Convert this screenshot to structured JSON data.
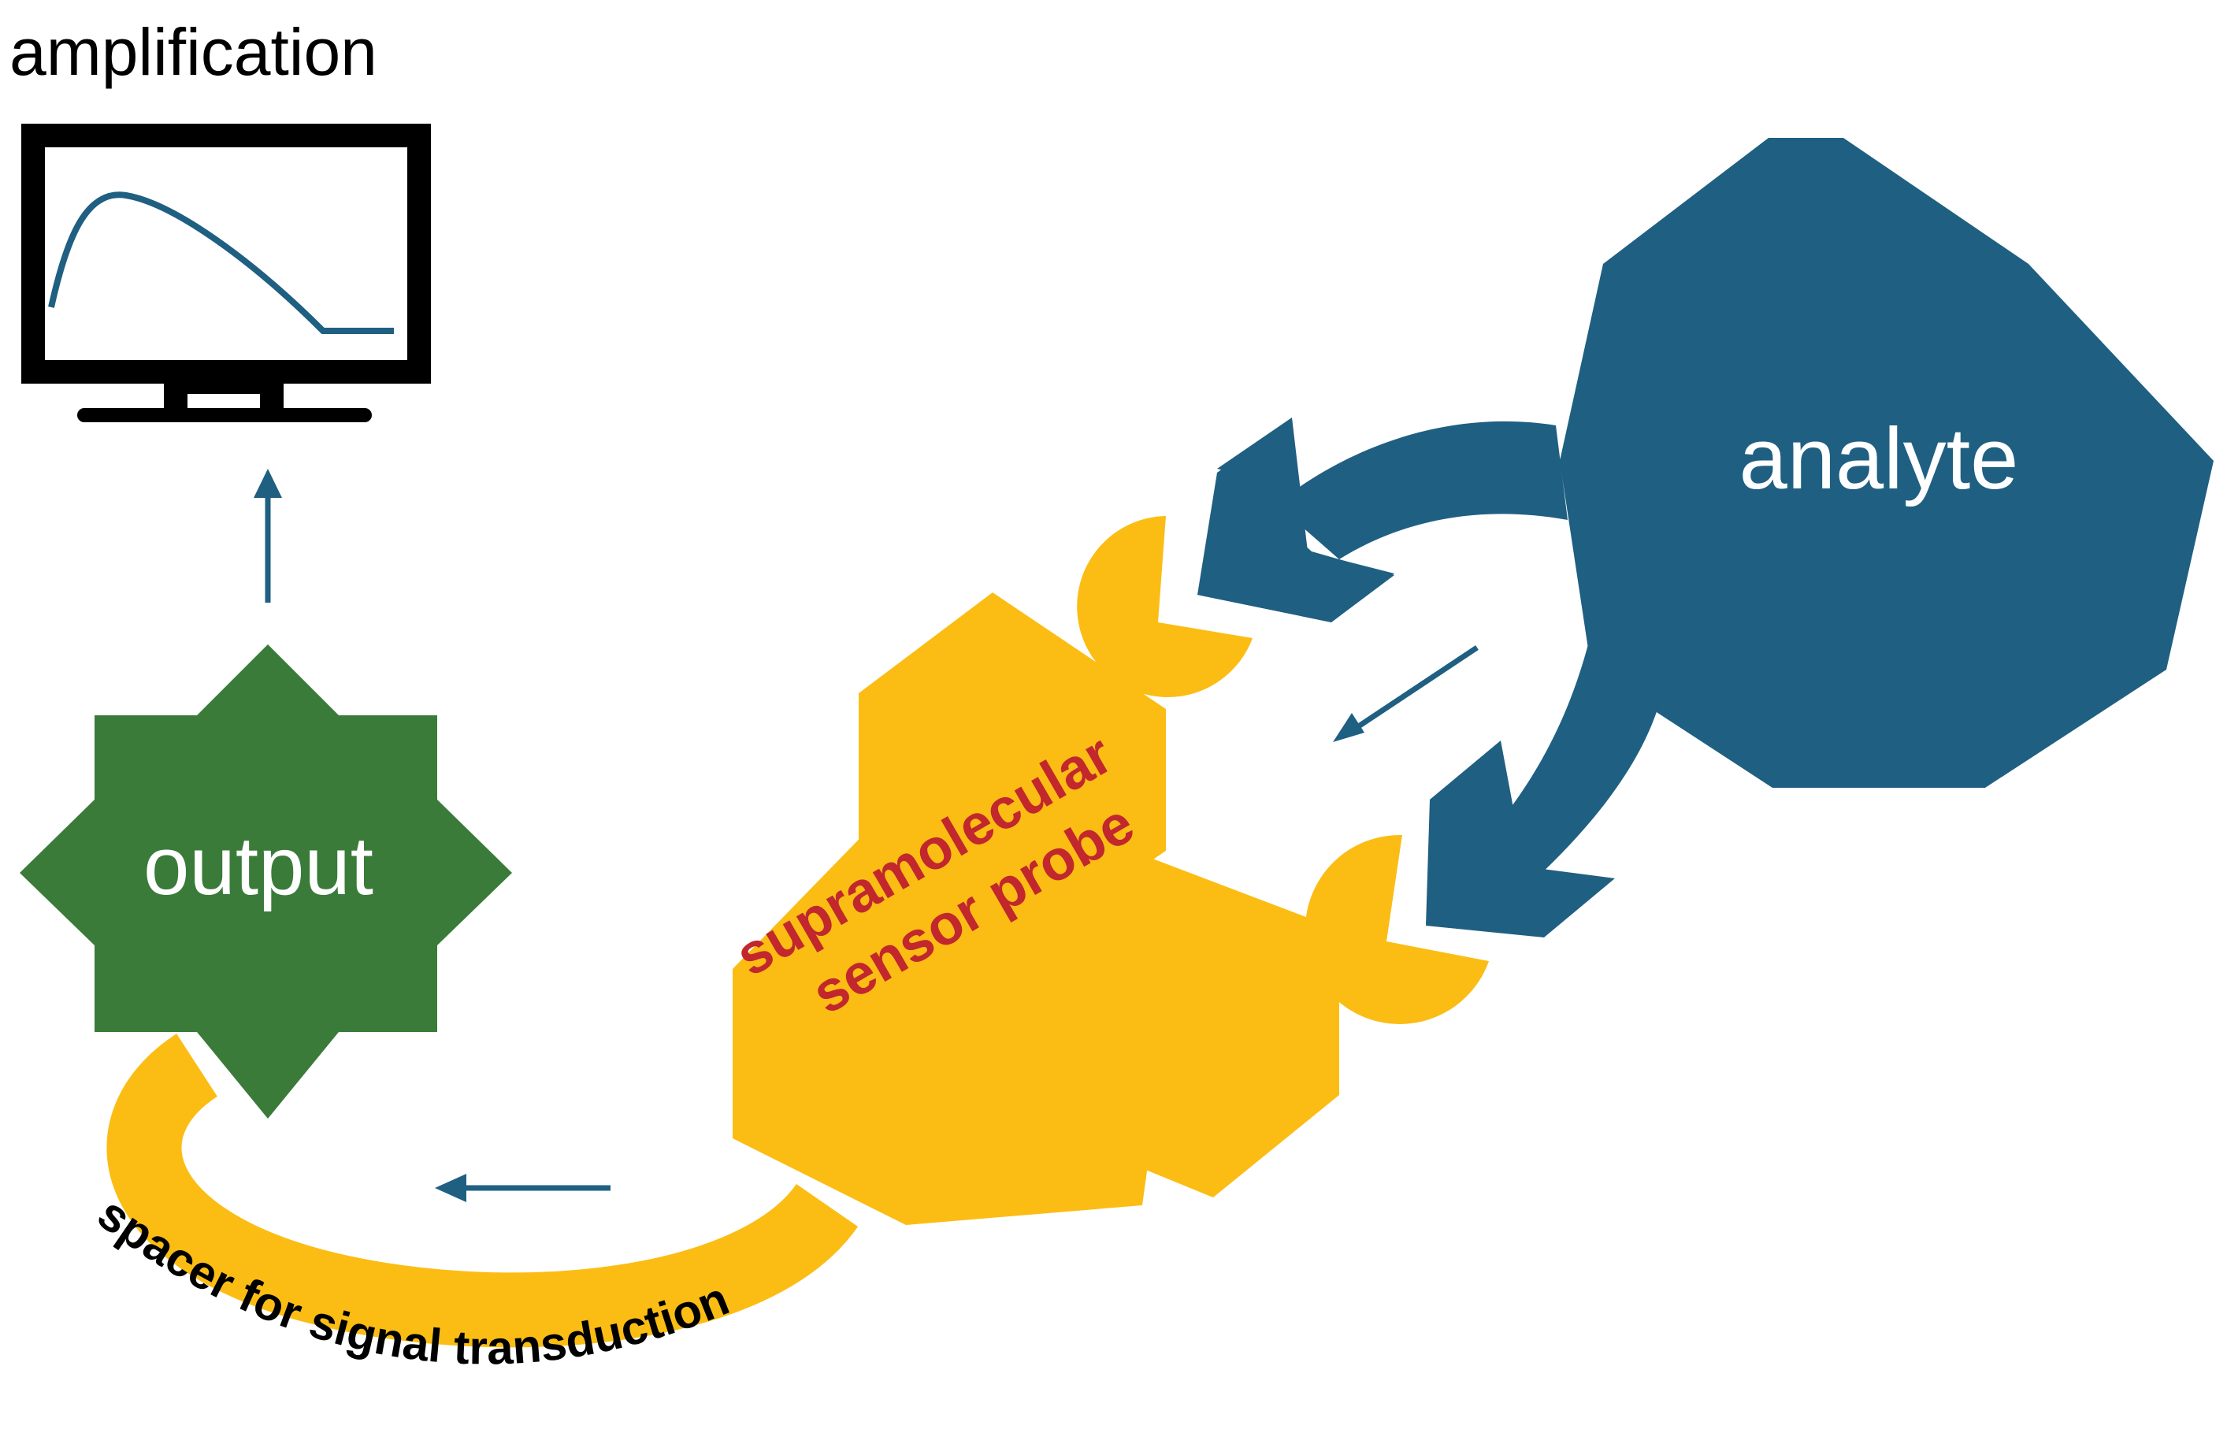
{
  "labels": {
    "amplification": "amplification",
    "analyte": "analyte",
    "output": "output",
    "probe_line1": "supramolecular",
    "probe_line2": "sensor probe",
    "spacer": "spacer for signal transduction"
  },
  "colors": {
    "analyte": "#1f5f82",
    "output": "#3a7b3a",
    "probe": "#fbbd14",
    "probe_text": "#c1272d",
    "arrow": "#1f5f82",
    "monitor": "#000000",
    "curve": "#1f5f82",
    "text": "#000000",
    "text_on_shape": "#ffffff"
  },
  "icons": [
    "monitor-icon",
    "signal-curve-icon"
  ]
}
